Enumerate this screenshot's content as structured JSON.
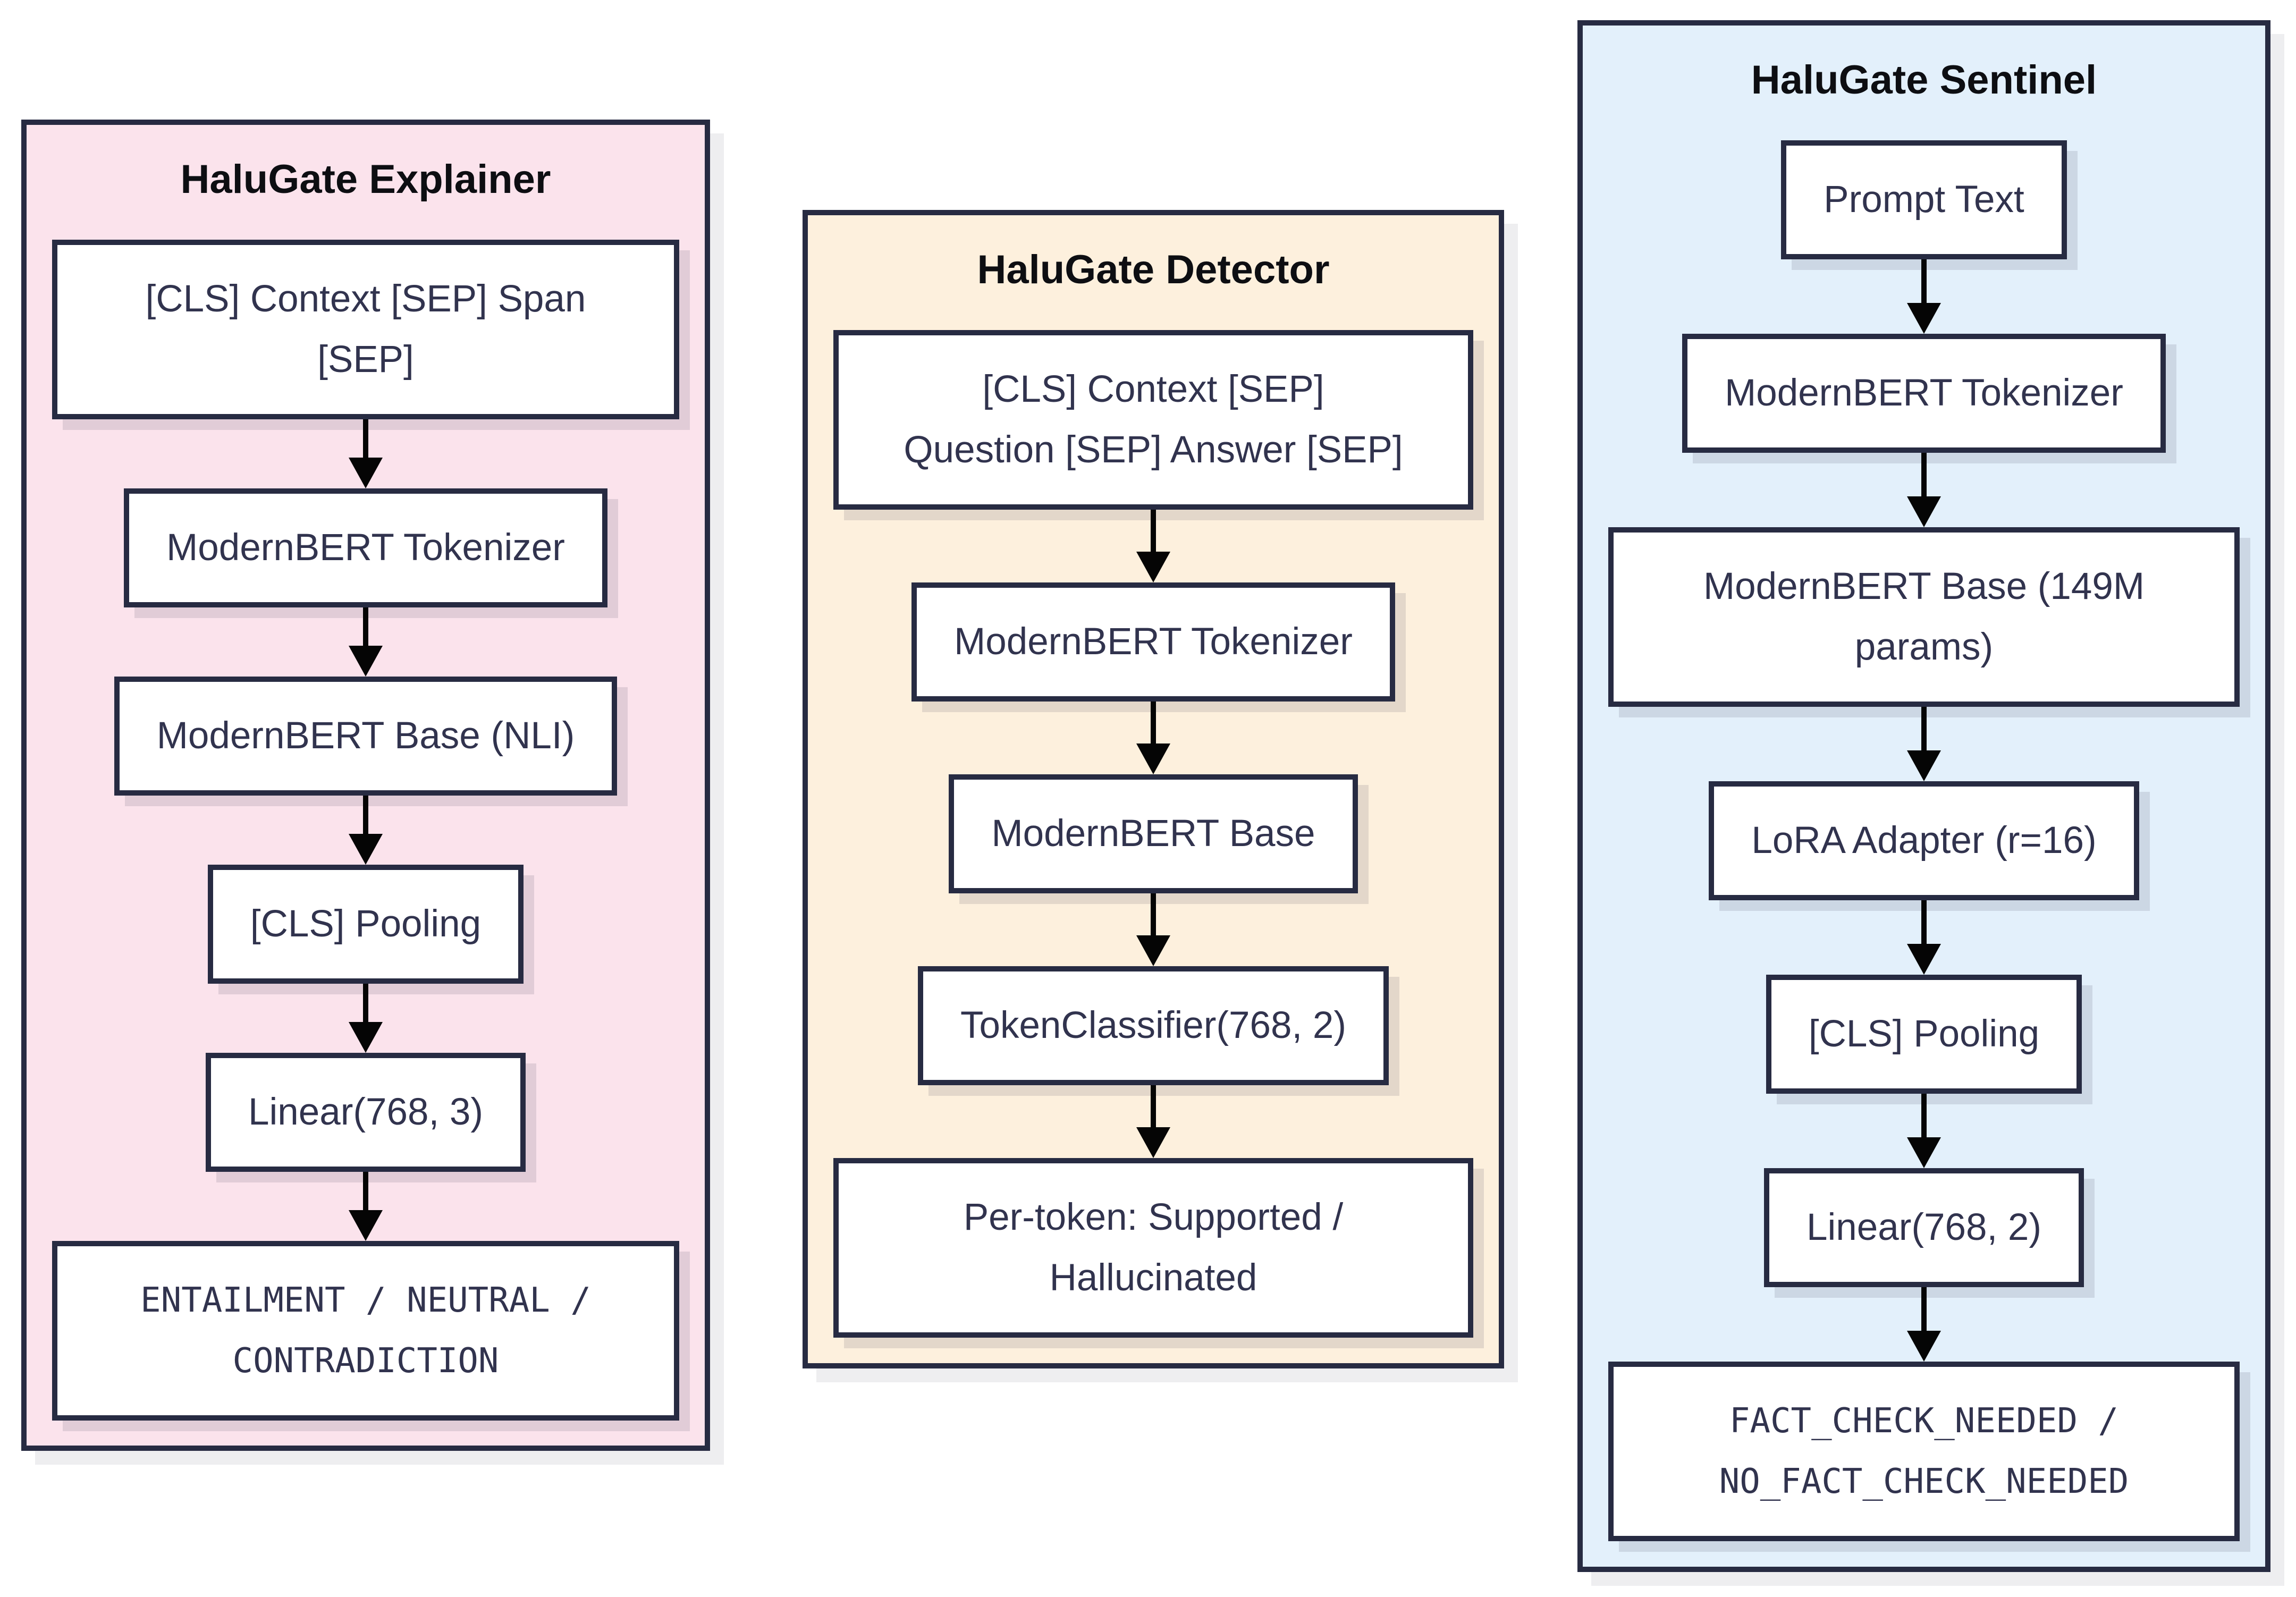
{
  "diagram": {
    "background_color": "#ffffff",
    "border_color": "#272b42",
    "arrow_color": "#050505",
    "panels": [
      {
        "title": "HaluGate Explainer",
        "fill_color": "#fbe3ec",
        "nodes": [
          {
            "id": "explainer-input",
            "label": "[CLS] Context [SEP] Span\n[SEP]"
          },
          {
            "id": "explainer-tokenizer",
            "label": "ModernBERT Tokenizer"
          },
          {
            "id": "explainer-base",
            "label": "ModernBERT Base (NLI)"
          },
          {
            "id": "explainer-pooling",
            "label": "[CLS] Pooling"
          },
          {
            "id": "explainer-linear",
            "label": "Linear(768, 3)"
          },
          {
            "id": "explainer-output",
            "label": "ENTAILMENT / NEUTRAL /\nCONTRADICTION"
          }
        ]
      },
      {
        "title": "HaluGate Detector",
        "fill_color": "#fdf0dd",
        "nodes": [
          {
            "id": "detector-input",
            "label": "[CLS] Context [SEP]\nQuestion [SEP] Answer [SEP]"
          },
          {
            "id": "detector-tokenizer",
            "label": "ModernBERT Tokenizer"
          },
          {
            "id": "detector-base",
            "label": "ModernBERT Base"
          },
          {
            "id": "detector-classifier",
            "label": "TokenClassifier(768, 2)"
          },
          {
            "id": "detector-output",
            "label": "Per-token: Supported /\nHallucinated"
          }
        ]
      },
      {
        "title": "HaluGate Sentinel",
        "fill_color": "#e3f0fb",
        "nodes": [
          {
            "id": "sentinel-input",
            "label": "Prompt Text"
          },
          {
            "id": "sentinel-tokenizer",
            "label": "ModernBERT Tokenizer"
          },
          {
            "id": "sentinel-base",
            "label": "ModernBERT Base (149M\nparams)"
          },
          {
            "id": "sentinel-lora",
            "label": "LoRA Adapter (r=16)"
          },
          {
            "id": "sentinel-pooling",
            "label": "[CLS] Pooling"
          },
          {
            "id": "sentinel-linear",
            "label": "Linear(768, 2)"
          },
          {
            "id": "sentinel-output",
            "label": "FACT_CHECK_NEEDED /\nNO_FACT_CHECK_NEEDED"
          }
        ]
      }
    ]
  }
}
